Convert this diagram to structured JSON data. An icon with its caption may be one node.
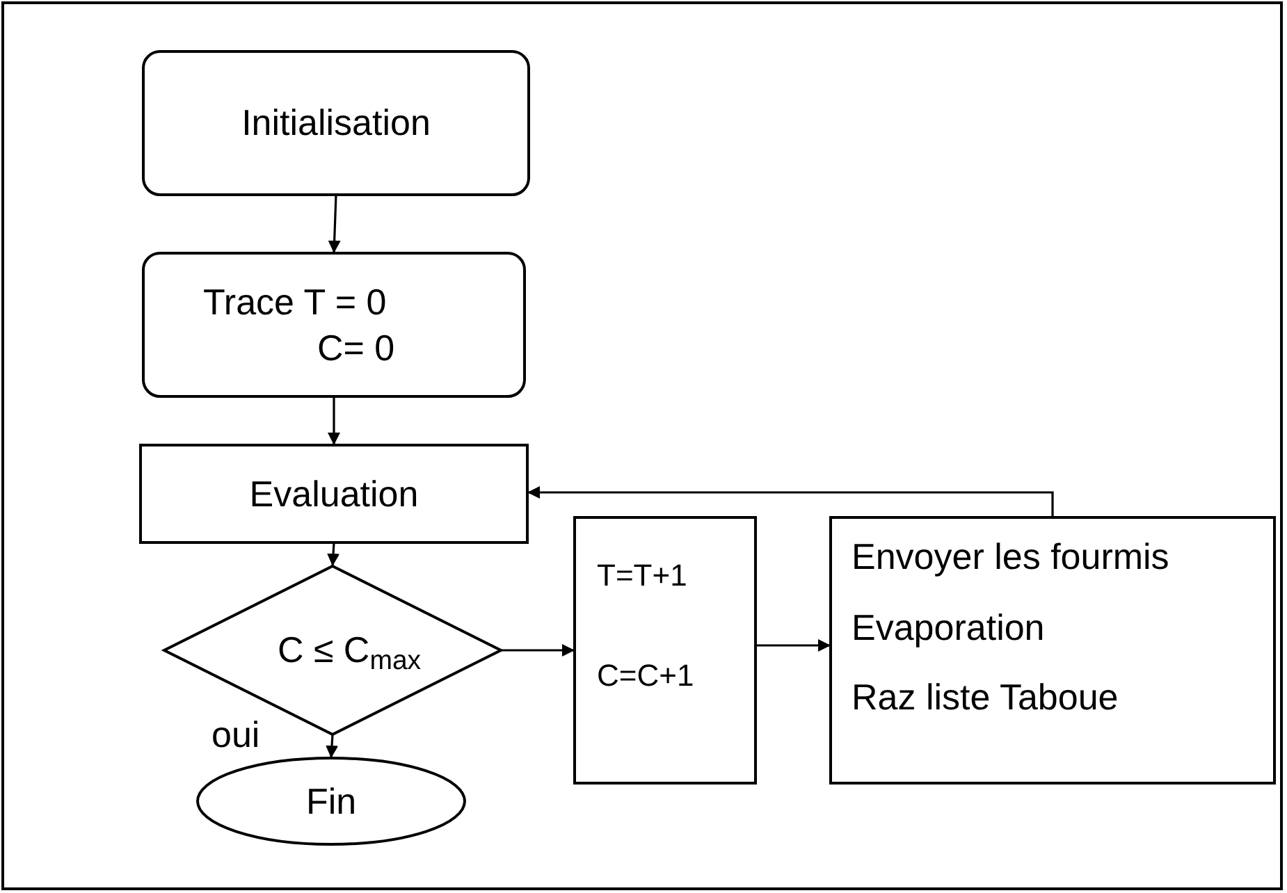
{
  "diagram": {
    "nodes": [
      {
        "text": [
          "Initialisation"
        ]
      },
      {
        "text": [
          "Trace T = 0",
          "C= 0"
        ]
      },
      {
        "text": [
          "Evaluation"
        ]
      },
      {
        "text": [
          "C ≤ C$_{max}$"
        ]
      },
      {
        "text": [
          "T=T+1",
          "C=C+1"
        ]
      },
      {
        "text": [
          "Envoyer les fourmis",
          "Evaporation",
          "Raz liste Taboue"
        ]
      },
      {
        "text": [
          "Fin"
        ]
      }
    ],
    "edges": [
      {
        "from": 0,
        "to": 1,
        "arrow": "to"
      },
      {
        "from": 1,
        "to": 2,
        "arrow": "to"
      },
      {
        "from": 2,
        "to": 3,
        "arrow": "to"
      },
      {
        "from": 3,
        "to": 4,
        "arrow": "to"
      },
      {
        "from": 4,
        "to": 5,
        "arrow": "to"
      },
      {
        "from": 5,
        "to": 2,
        "arrow": "to"
      },
      {
        "from": 3,
        "to": 6,
        "arrow": "to",
        "label": "oui"
      }
    ]
  }
}
